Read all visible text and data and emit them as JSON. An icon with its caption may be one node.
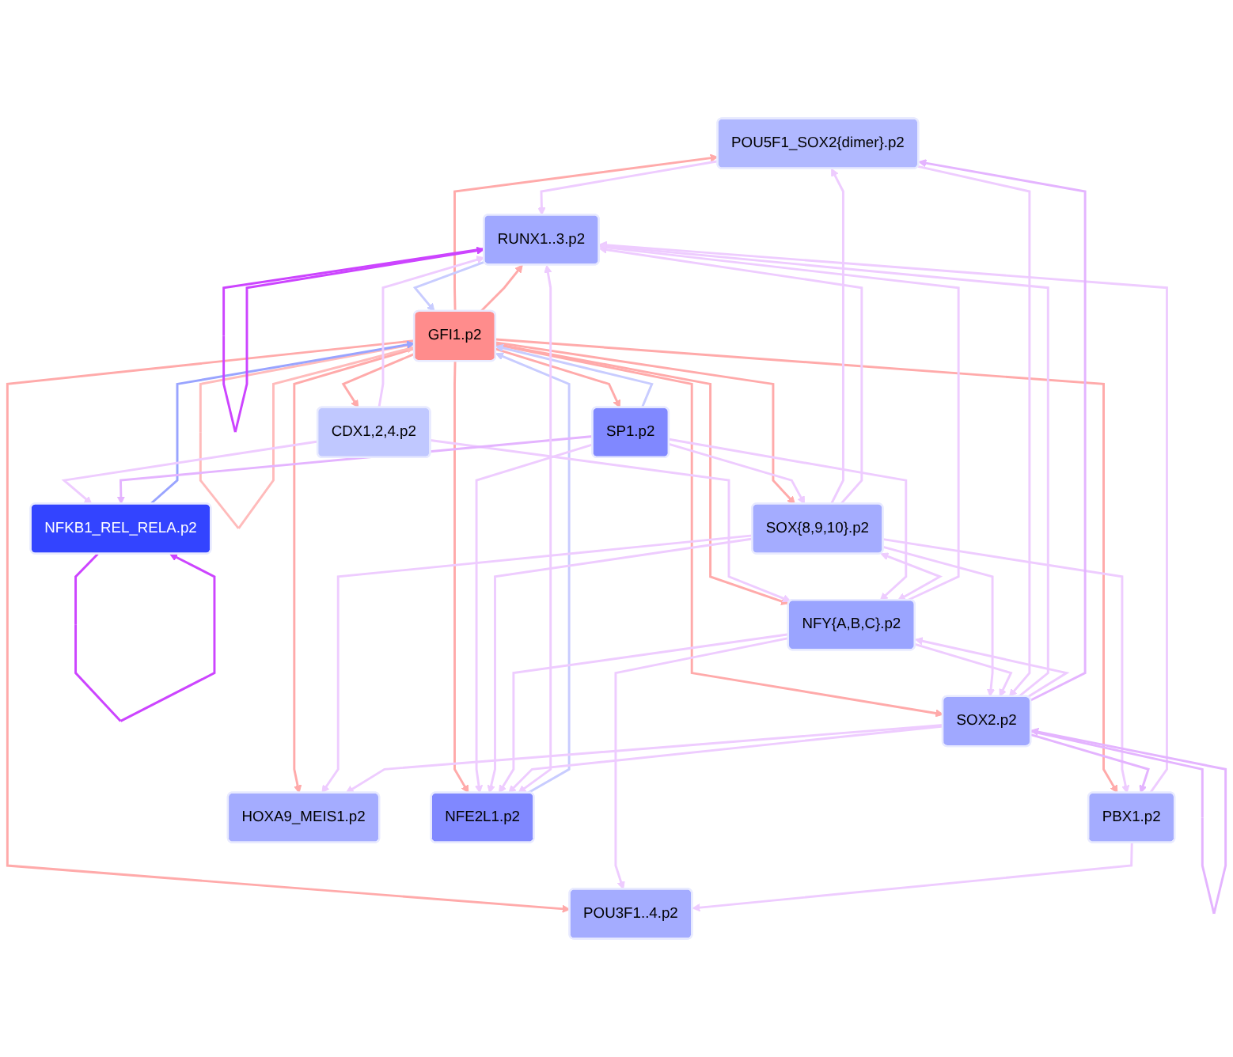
{
  "diagram": {
    "nodes": [
      {
        "text": [
          "POU5F1_SOX2{dimer}.p2"
        ]
      },
      {
        "text": [
          "CDX1,2,4.p2"
        ]
      },
      {
        "text": [
          "NFY{A,B,C}.p2"
        ]
      },
      {
        "text": [
          "SP1.p2"
        ]
      },
      {
        "text": [
          "SOX{8,9,10}.p2"
        ]
      },
      {
        "text": [
          "PBX1.p2"
        ]
      },
      {
        "text": [
          "GFI1.p2"
        ]
      },
      {
        "text": [
          "POU3F1..4.p2"
        ]
      },
      {
        "text": [
          "NFKB1_REL_RELA.p2"
        ]
      },
      {
        "text": [
          "RUNX1..3.p2"
        ]
      },
      {
        "text": [
          "HOXA9_MEIS1.p2"
        ]
      },
      {
        "text": [
          "NFE2L1.p2"
        ]
      },
      {
        "text": [
          "SOX2.p2"
        ]
      }
    ],
    "edges": [
      {
        "from": 6,
        "to": 0,
        "arrow": "to",
        "color": "#ffaaaa"
      },
      {
        "from": 6,
        "to": 1,
        "arrow": "to",
        "color": "#ffaaaa"
      },
      {
        "from": 6,
        "to": 2,
        "arrow": "to",
        "color": "#ffaaaa"
      },
      {
        "from": 6,
        "to": 3,
        "arrow": "to",
        "color": "#ffaaaa"
      },
      {
        "from": 6,
        "to": 4,
        "arrow": "to",
        "color": "#ffaaaa"
      },
      {
        "from": 6,
        "to": 5,
        "arrow": "to",
        "color": "#ffaaaa"
      },
      {
        "from": 6,
        "to": 7,
        "arrow": "to",
        "color": "#ffaaaa"
      },
      {
        "from": 6,
        "to": 9,
        "arrow": "to",
        "color": "#ffaaaa"
      },
      {
        "from": 6,
        "to": 10,
        "arrow": "to",
        "color": "#ffaaaa"
      },
      {
        "from": 6,
        "to": 11,
        "arrow": "to",
        "color": "#ffaaaa"
      },
      {
        "from": 6,
        "to": 12,
        "arrow": "to",
        "color": "#ffaaaa"
      },
      {
        "from": 6,
        "to": 6,
        "arrow": "to",
        "color": "#ffbbbb"
      },
      {
        "from": 3,
        "to": 6,
        "arrow": "to",
        "color": "#c8ccff"
      },
      {
        "from": 9,
        "to": 6,
        "arrow": "to",
        "color": "#c8ccff"
      },
      {
        "from": 11,
        "to": 6,
        "arrow": "to",
        "color": "#c8ccff"
      },
      {
        "from": 8,
        "to": 6,
        "arrow": "to",
        "color": "#99a4ff"
      },
      {
        "from": 1,
        "to": 2,
        "arrow": "to"
      },
      {
        "from": 1,
        "to": 9,
        "arrow": "to"
      },
      {
        "from": 1,
        "to": 8,
        "arrow": "to"
      },
      {
        "from": 3,
        "to": 2,
        "arrow": "to"
      },
      {
        "from": 3,
        "to": 4,
        "arrow": "to"
      },
      {
        "from": 3,
        "to": 8,
        "arrow": "to",
        "color": "#e4b4ff"
      },
      {
        "from": 3,
        "to": 11,
        "arrow": "to"
      },
      {
        "from": 4,
        "to": 2,
        "arrow": "both"
      },
      {
        "from": 4,
        "to": 0,
        "arrow": "to"
      },
      {
        "from": 4,
        "to": 5,
        "arrow": "to"
      },
      {
        "from": 4,
        "to": 9,
        "arrow": "to"
      },
      {
        "from": 4,
        "to": 11,
        "arrow": "to"
      },
      {
        "from": 4,
        "to": 12,
        "arrow": "to"
      },
      {
        "from": 4,
        "to": 10,
        "arrow": "to"
      },
      {
        "from": 2,
        "to": 7,
        "arrow": "to"
      },
      {
        "from": 2,
        "to": 9,
        "arrow": "to"
      },
      {
        "from": 2,
        "to": 11,
        "arrow": "to"
      },
      {
        "from": 2,
        "to": 12,
        "arrow": "to"
      },
      {
        "from": 0,
        "to": 9,
        "arrow": "to"
      },
      {
        "from": 0,
        "to": 12,
        "arrow": "to"
      },
      {
        "from": 5,
        "to": 9,
        "arrow": "to"
      },
      {
        "from": 5,
        "to": 7,
        "arrow": "to"
      },
      {
        "from": 12,
        "to": 5,
        "arrow": "to",
        "color": "#e4b4ff"
      },
      {
        "from": 12,
        "to": 10,
        "arrow": "to"
      },
      {
        "from": 12,
        "to": 11,
        "arrow": "to"
      },
      {
        "from": 12,
        "to": 9,
        "arrow": "to"
      },
      {
        "from": 12,
        "to": 2,
        "arrow": "to"
      },
      {
        "from": 12,
        "to": 0,
        "arrow": "to",
        "color": "#e4b4ff"
      },
      {
        "from": 12,
        "to": 12,
        "arrow": "to",
        "color": "#e4b4ff"
      },
      {
        "from": 9,
        "to": 11,
        "arrow": "both"
      },
      {
        "from": 9,
        "to": 9,
        "arrow": "to",
        "color": "#cc44ff"
      },
      {
        "from": 8,
        "to": 8,
        "arrow": "to",
        "color": "#cc44ff"
      }
    ]
  }
}
